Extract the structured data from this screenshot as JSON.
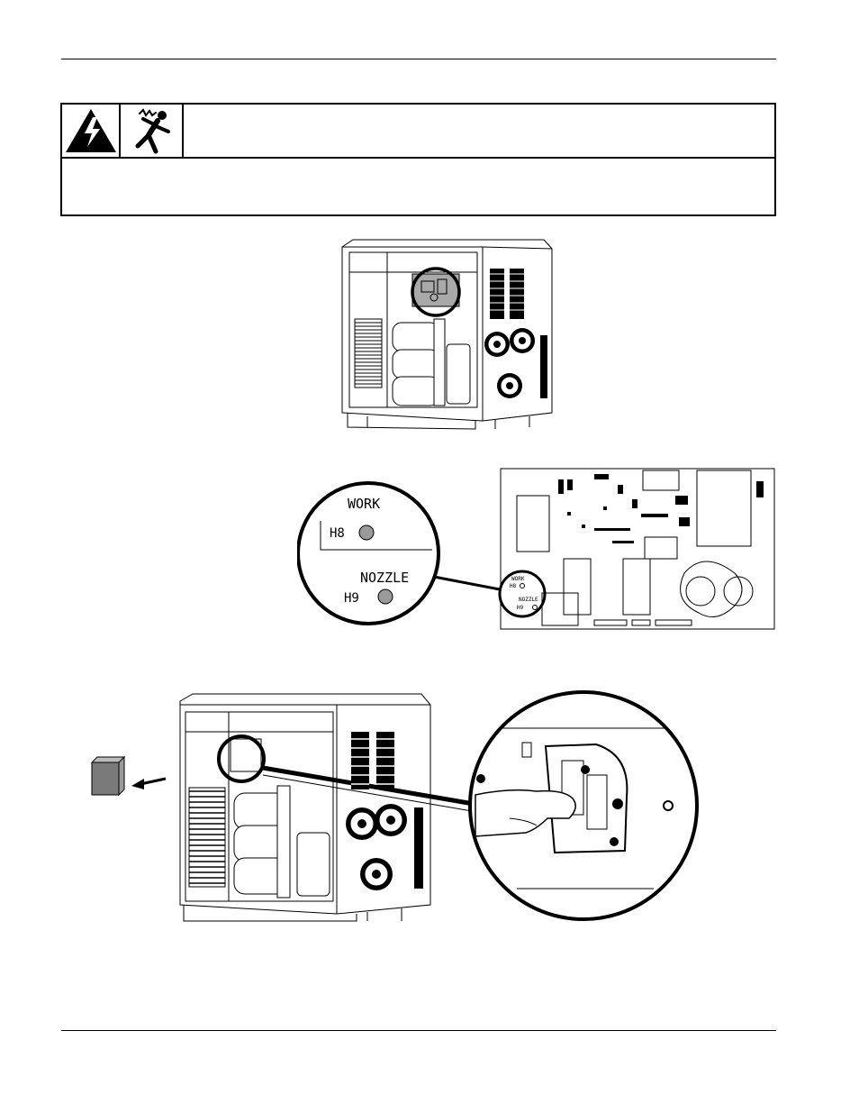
{
  "page": {
    "colors": {
      "ink": "#000000",
      "panel_gray": "#bdbdbd",
      "dark_gray": "#7a7a7a",
      "paper": "#ffffff"
    }
  },
  "warning": {
    "icons": [
      "electric-shock-hazard-icon",
      "person-shocked-icon"
    ],
    "heading": "",
    "body": ""
  },
  "figure_pcb": {
    "callout_labels": {
      "work": "WORK",
      "work_terminal": "H8",
      "nozzle": "NOZZLE",
      "nozzle_terminal": "H9"
    },
    "board_labels": {
      "work": "WORK",
      "work_terminal": "H8",
      "nozzle": "NOZZLE",
      "nozzle_terminal": "H9"
    }
  }
}
